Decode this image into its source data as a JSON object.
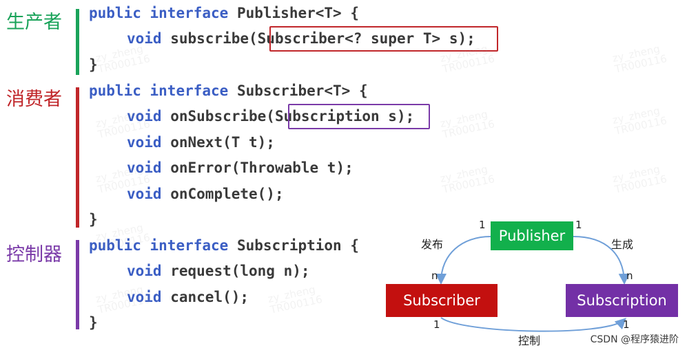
{
  "sections": {
    "producer": {
      "label": "生产者",
      "lines": [
        {
          "kw1": "public",
          "kw2": "interface",
          "rest": "Publisher<T> {"
        },
        {
          "kw1": "",
          "kw2": "void",
          "rest": "subscribe(Subscriber<? super T> s);"
        },
        {
          "kw1": "",
          "kw2": "",
          "rest": "}"
        }
      ]
    },
    "consumer": {
      "label": "消费者",
      "lines": [
        {
          "kw1": "public",
          "kw2": "interface",
          "rest": "Subscriber<T> {"
        },
        {
          "kw1": "",
          "kw2": "void",
          "rest": "onSubscribe(Subscription s);"
        },
        {
          "kw1": "",
          "kw2": "void",
          "rest": "onNext(T t);"
        },
        {
          "kw1": "",
          "kw2": "void",
          "rest": "onError(Throwable t);"
        },
        {
          "kw1": "",
          "kw2": "void",
          "rest": "onComplete();"
        },
        {
          "kw1": "",
          "kw2": "",
          "rest": "}"
        }
      ]
    },
    "controller": {
      "label": "控制器",
      "lines": [
        {
          "kw1": "public",
          "kw2": "interface",
          "rest": "Subscription {"
        },
        {
          "kw1": "",
          "kw2": "void",
          "rest": "request(long n);"
        },
        {
          "kw1": "",
          "kw2": "void",
          "rest": "cancel();"
        },
        {
          "kw1": "",
          "kw2": "",
          "rest": "}"
        }
      ]
    }
  },
  "diagram": {
    "publisher": "Publisher",
    "subscriber": "Subscriber",
    "subscription": "Subscription",
    "edge_publish": "发布",
    "edge_generate": "生成",
    "edge_control": "控制",
    "mult_pub_left": "1",
    "mult_pub_right": "1",
    "mult_sub_top": "n",
    "mult_subn_top": "n",
    "mult_sub_bottom": "1",
    "mult_subn_bottom": "1"
  },
  "watermark": {
    "line1": "zy_zheng",
    "line2": "TR000116"
  },
  "credit": "CSDN @程序猿进阶",
  "colors": {
    "producer": "#1aa35a",
    "consumer": "#c0262a",
    "controller": "#7a3aa8",
    "keyword": "#3b5ec4",
    "publisher_node": "#12b04c",
    "subscriber_node": "#c3100f",
    "subscription_node": "#7330a6",
    "arrow": "#6f9fd8"
  }
}
